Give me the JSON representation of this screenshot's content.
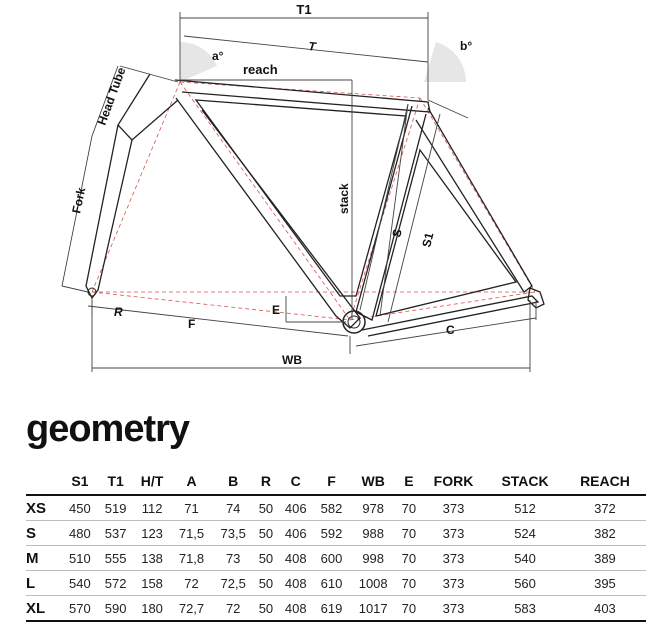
{
  "diagram": {
    "labels": {
      "t1": "T1",
      "t": "T",
      "a_angle": "a°",
      "b_angle": "b°",
      "reach": "reach",
      "head_tube": "Head Tube",
      "fork": "Fork",
      "stack": "stack",
      "s": "S",
      "s1": "S1",
      "r": "R",
      "f": "F",
      "e": "E",
      "c": "C",
      "wb": "WB"
    }
  },
  "heading": "geometry",
  "table": {
    "columns": [
      "S1",
      "T1",
      "H/T",
      "A",
      "B",
      "R",
      "C",
      "F",
      "WB",
      "E",
      "FORK",
      "STACK",
      "REACH"
    ],
    "rows": [
      {
        "size": "XS",
        "values": [
          "450",
          "519",
          "112",
          "71",
          "74",
          "50",
          "406",
          "582",
          "978",
          "70",
          "373",
          "512",
          "372"
        ]
      },
      {
        "size": "S",
        "values": [
          "480",
          "537",
          "123",
          "71,5",
          "73,5",
          "50",
          "406",
          "592",
          "988",
          "70",
          "373",
          "524",
          "382"
        ]
      },
      {
        "size": "M",
        "values": [
          "510",
          "555",
          "138",
          "71,8",
          "73",
          "50",
          "408",
          "600",
          "998",
          "70",
          "373",
          "540",
          "389"
        ]
      },
      {
        "size": "L",
        "values": [
          "540",
          "572",
          "158",
          "72",
          "72,5",
          "50",
          "408",
          "610",
          "1008",
          "70",
          "373",
          "560",
          "395"
        ]
      },
      {
        "size": "XL",
        "values": [
          "570",
          "590",
          "180",
          "72,7",
          "72",
          "50",
          "408",
          "619",
          "1017",
          "70",
          "373",
          "583",
          "403"
        ]
      }
    ]
  },
  "colors": {
    "frame_stroke": "#222222",
    "construction_red": "#d9534f",
    "dimension_gray": "#555555",
    "angle_fill": "#e8e8e8"
  }
}
